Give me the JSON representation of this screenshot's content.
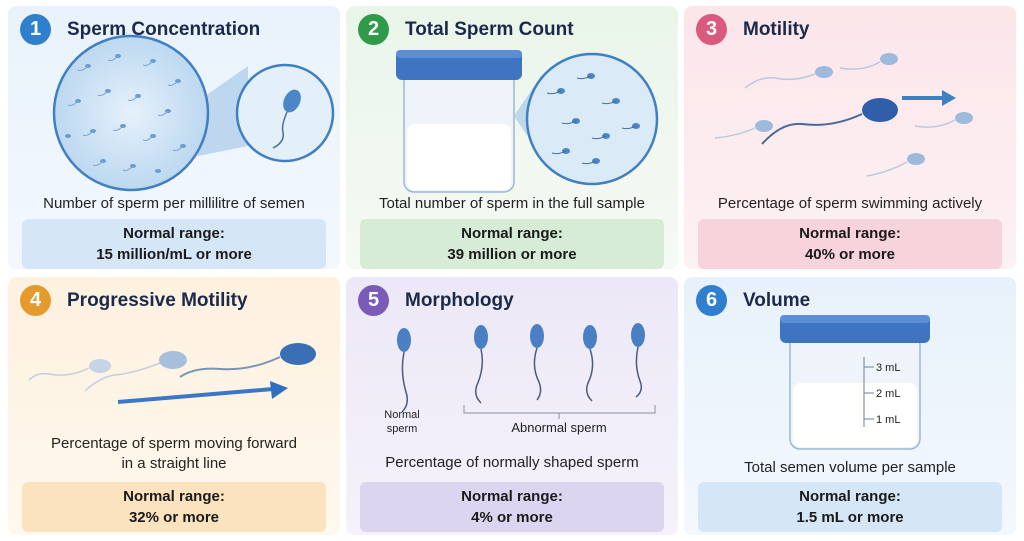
{
  "colors": {
    "blue": "#2f7fcf",
    "green": "#2e9a4a",
    "pink": "#d95a7e",
    "orange": "#e59a2e",
    "purple": "#7a5cb8",
    "blue2": "#2f7fcf"
  },
  "cards": [
    {
      "number": "1",
      "title": "Sperm Concentration",
      "description": "Number of sperm per millilitre of semen",
      "range_label": "Normal range:",
      "range_value": "15 million/mL or more",
      "icon": "magnified-sperm-icon"
    },
    {
      "number": "2",
      "title": "Total Sperm Count",
      "description": "Total number of sperm in the full sample",
      "range_label": "Normal range:",
      "range_value": "39 million or more",
      "icon": "sample-cup-icon"
    },
    {
      "number": "3",
      "title": "Motility",
      "description": "Percentage of sperm swimming actively",
      "range_label": "Normal range:",
      "range_value": "40% or more",
      "icon": "swimming-sperm-icon"
    },
    {
      "number": "4",
      "title": "Progressive Motility",
      "description_line1": "Percentage of sperm moving forward",
      "description_line2": "in a straight line",
      "range_label": "Normal range:",
      "range_value": "32% or more",
      "icon": "forward-moving-sperm-icon"
    },
    {
      "number": "5",
      "title": "Morphology",
      "description": "Percentage of normally shaped sperm",
      "range_label": "Normal range:",
      "range_value": "4% or more",
      "normal_label_line1": "Normal",
      "normal_label_line2": "sperm",
      "abnormal_label": "Abnormal sperm",
      "icon": "sperm-shapes-icon"
    },
    {
      "number": "6",
      "title": "Volume",
      "description": "Total semen volume per sample",
      "range_label": "Normal range:",
      "range_value": "1.5 mL or more",
      "scale": [
        "3 mL",
        "2 mL",
        "1 mL"
      ],
      "icon": "measuring-cup-icon"
    }
  ]
}
